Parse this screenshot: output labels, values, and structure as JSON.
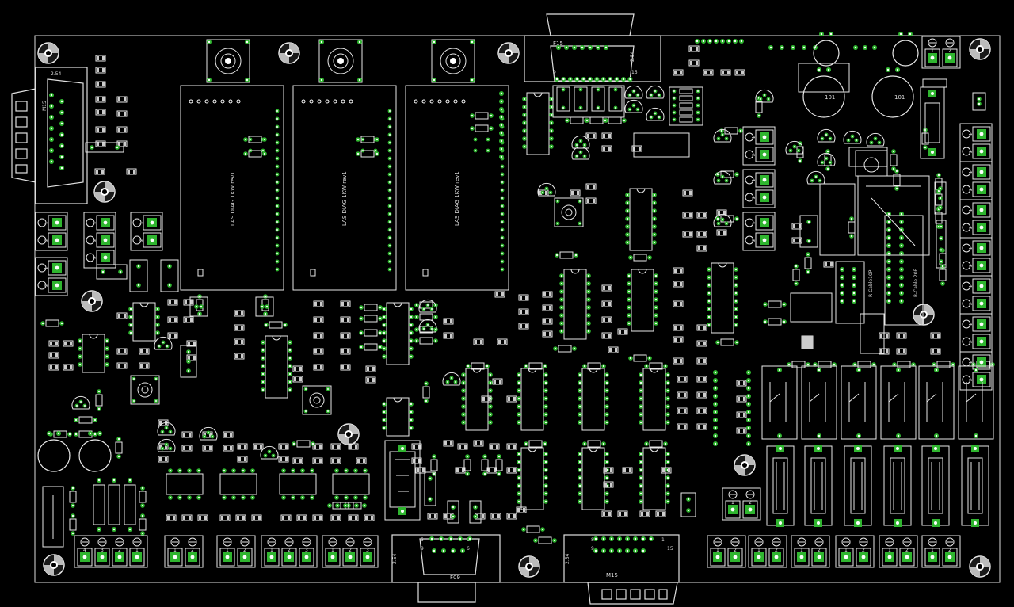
{
  "colors": {
    "background": "#000000",
    "silkscreen": "#e8e8e8",
    "pad": "#2fb52f",
    "drill": "#ffffff"
  },
  "board": {
    "module_label": "LAS DIAG 1KW rev1",
    "connectors": {
      "f15": "F15",
      "m15_left": "M15",
      "f09": "F09",
      "m15_bottom": "M15",
      "pitch": "2.54"
    },
    "cables": {
      "cable_10p": "R-Cable10P",
      "cable_20p": "R-Cable 20P"
    },
    "capacitor_value": "101",
    "pins": {
      "one": "1",
      "two": "2",
      "three": "3",
      "four": "4",
      "five": "5",
      "six": "6",
      "eight": "8",
      "nine": "9",
      "fifteen": "15"
    }
  }
}
